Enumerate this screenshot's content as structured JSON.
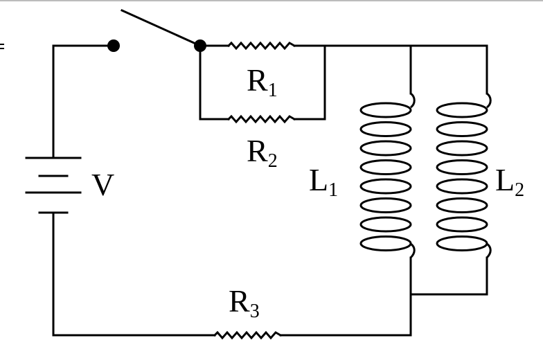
{
  "labels": {
    "battery": "V",
    "r1": {
      "letter": "R",
      "sub": "1"
    },
    "r2": {
      "letter": "R",
      "sub": "2"
    },
    "r3": {
      "letter": "R",
      "sub": "3"
    },
    "l1": {
      "letter": "L",
      "sub": "1"
    },
    "l2": {
      "letter": "L",
      "sub": "2"
    }
  }
}
